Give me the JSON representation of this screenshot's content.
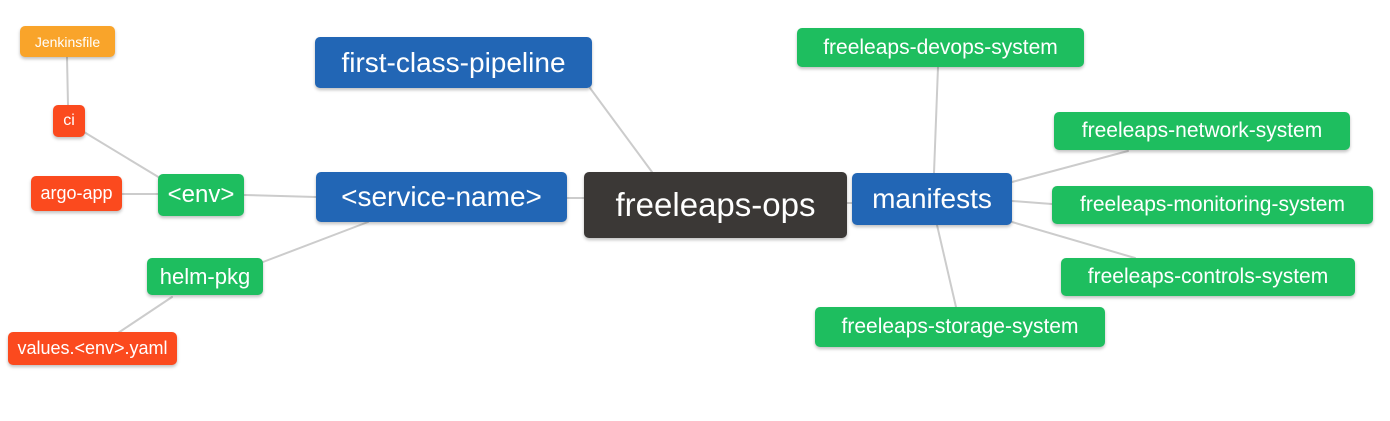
{
  "diagram": {
    "type": "mindmap",
    "root_label": "freeleaps-ops",
    "colors": {
      "blue": "#2266b5",
      "green": "#1ebe5f",
      "red": "#fb4a1e",
      "orange": "#f9a42a",
      "dark": "#3b3836",
      "connector": "#cccccc",
      "text": "#ffffff",
      "background": "#ffffff"
    },
    "nodes": {
      "jenkinsfile": {
        "label": "Jenkinsfile",
        "color": "orange"
      },
      "ci": {
        "label": "ci",
        "color": "red"
      },
      "argo_app": {
        "label": "argo-app",
        "color": "red"
      },
      "env": {
        "label": "<env>",
        "color": "green"
      },
      "helm_pkg": {
        "label": "helm-pkg",
        "color": "green"
      },
      "values_env_yaml": {
        "label": "values.<env>.yaml",
        "color": "red"
      },
      "first_class_pipeline": {
        "label": "first-class-pipeline",
        "color": "blue"
      },
      "service_name": {
        "label": "<service-name>",
        "color": "blue"
      },
      "freeleaps_ops": {
        "label": "freeleaps-ops",
        "color": "dark"
      },
      "manifests": {
        "label": "manifests",
        "color": "blue"
      },
      "devops_system": {
        "label": "freeleaps-devops-system",
        "color": "green"
      },
      "network_system": {
        "label": "freeleaps-network-system",
        "color": "green"
      },
      "monitoring_system": {
        "label": "freeleaps-monitoring-system",
        "color": "green"
      },
      "controls_system": {
        "label": "freeleaps-controls-system",
        "color": "green"
      },
      "storage_system": {
        "label": "freeleaps-storage-system",
        "color": "green"
      }
    },
    "edges": [
      {
        "from": "jenkinsfile",
        "to": "ci"
      },
      {
        "from": "ci",
        "to": "env"
      },
      {
        "from": "argo_app",
        "to": "env"
      },
      {
        "from": "env",
        "to": "service_name"
      },
      {
        "from": "helm_pkg",
        "to": "service_name"
      },
      {
        "from": "values_env_yaml",
        "to": "helm_pkg"
      },
      {
        "from": "first_class_pipeline",
        "to": "freeleaps_ops"
      },
      {
        "from": "service_name",
        "to": "freeleaps_ops"
      },
      {
        "from": "freeleaps_ops",
        "to": "manifests"
      },
      {
        "from": "manifests",
        "to": "devops_system"
      },
      {
        "from": "manifests",
        "to": "network_system"
      },
      {
        "from": "manifests",
        "to": "monitoring_system"
      },
      {
        "from": "manifests",
        "to": "controls_system"
      },
      {
        "from": "manifests",
        "to": "storage_system"
      }
    ]
  }
}
